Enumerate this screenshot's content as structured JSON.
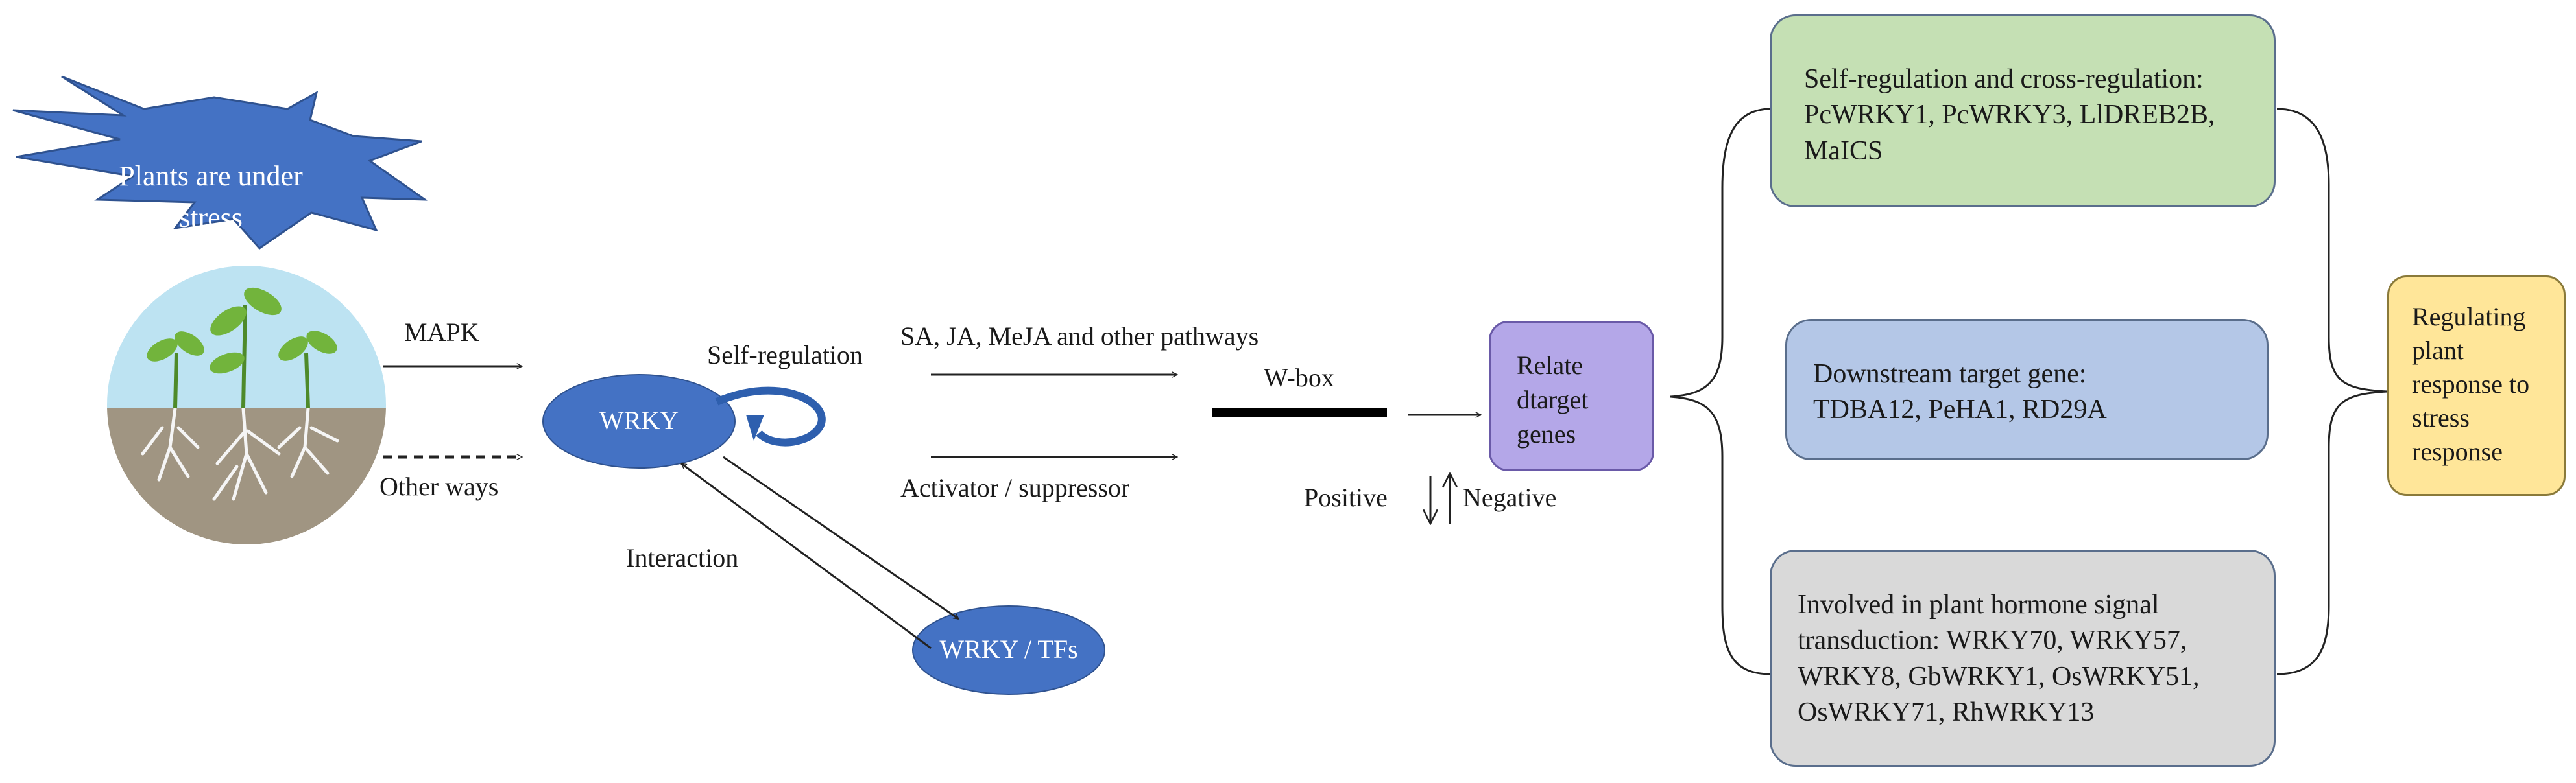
{
  "stress": {
    "label": "Plants are under stress",
    "color": "#4472c4"
  },
  "soil_circle": {
    "sky_color": "#bde3f2",
    "soil_color": "#a09582",
    "leaf_color": "#72b43c"
  },
  "arrows": {
    "mapk": "MAPK",
    "other_ways": "Other ways",
    "self_regulation": "Self-regulation",
    "interaction": "Interaction",
    "pathways": "SA, JA, MeJA and other pathways",
    "activator": "Activator / suppressor",
    "wbox": "W-box",
    "positive": "Positive",
    "negative": "Negative"
  },
  "ellipses": {
    "wrky": "WRKY",
    "wrky_tfs": "WRKY / TFs",
    "color": "#4472c4"
  },
  "relate_box": {
    "text": "Relate\ndtarget\ngenes",
    "color": "#b4a7e8"
  },
  "categories": [
    {
      "text": "Self-regulation and cross-regulation:\nPcWRKY1, PcWRKY3, LlDREB2B,\nMaICS",
      "color": "#c5e0b4"
    },
    {
      "text": "Downstream target gene:\nTDBA12, PeHA1, RD29A",
      "color": "#b4c7e7"
    },
    {
      "text": "Involved in plant hormone signal\ntransduction: WRKY70, WRKY57,\nWRKY8, GbWRKY1, OsWRKY51,\nOsWRKY71, RhWRKY13",
      "color": "#d9d9d9"
    }
  ],
  "outcome_box": {
    "text": "Regulating\nplant\nresponse to\nstress\nresponse",
    "color": "#ffe699"
  }
}
